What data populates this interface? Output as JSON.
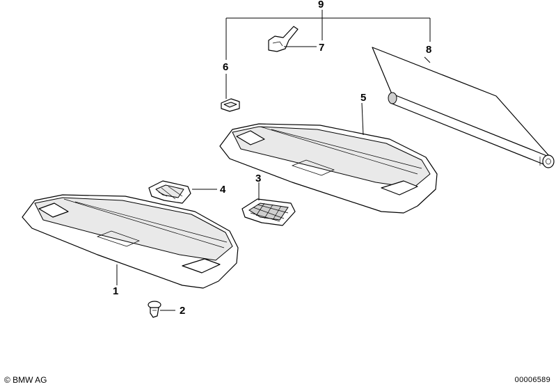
{
  "callouts": {
    "c1": "1",
    "c2": "2",
    "c3": "3",
    "c4": "4",
    "c5": "5",
    "c6": "6",
    "c7": "7",
    "c8": "8",
    "c9": "9"
  },
  "footer": {
    "copyright": "© BMW AG",
    "document_number": "00006589"
  }
}
